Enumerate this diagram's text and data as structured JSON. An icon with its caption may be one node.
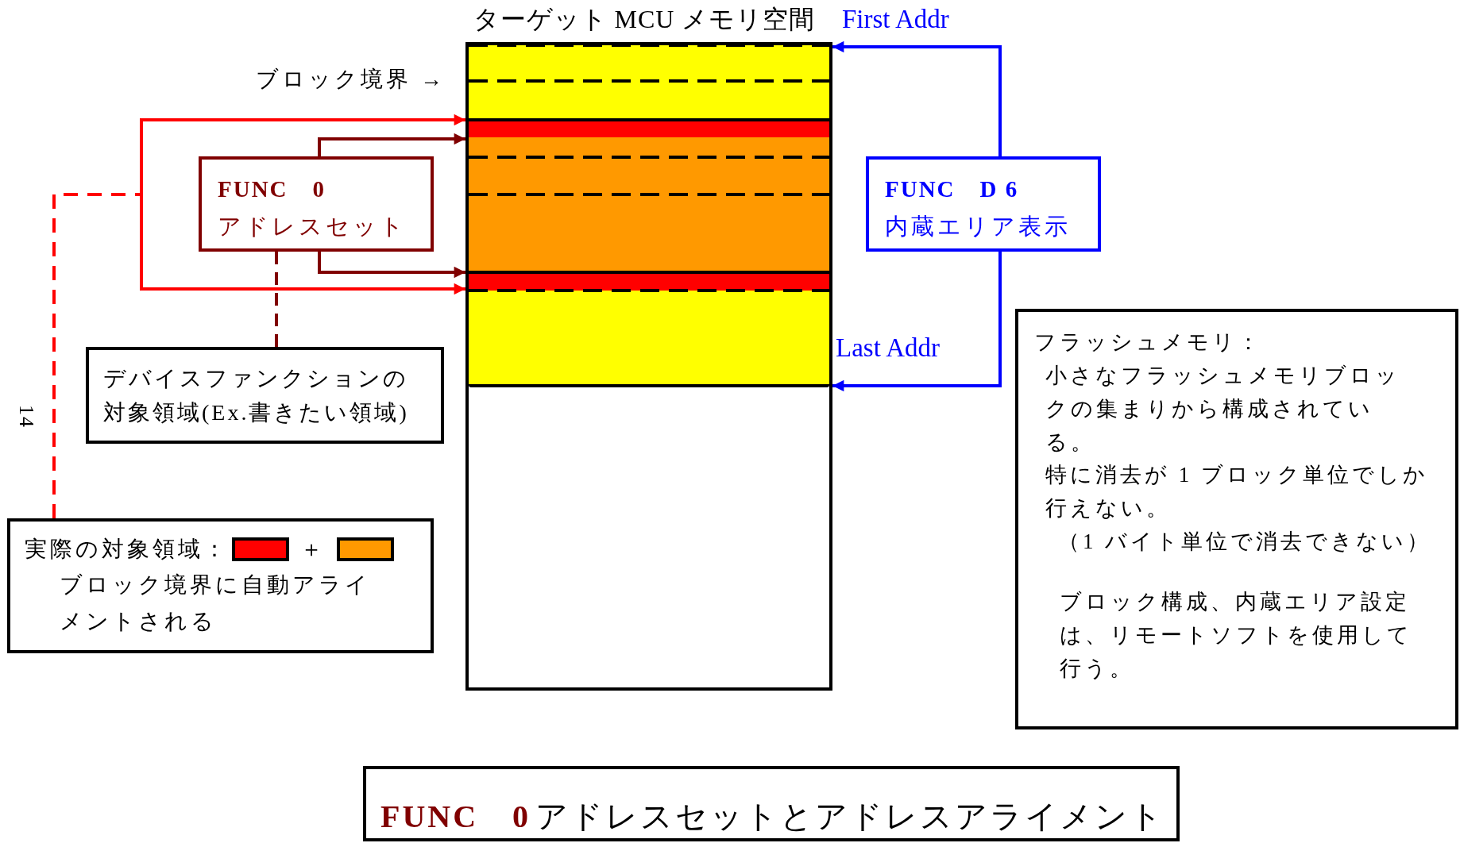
{
  "diagram": {
    "nodes": [
      {
        "text": [
          "ターゲット MCU メモリ空間"
        ]
      },
      {
        "text": [],
        "shape": "box",
        "in": 0
      },
      {
        "text": [],
        "shape": "bar",
        "in": 1
      },
      {
        "text": [],
        "shape": "bar",
        "in": 1
      },
      {
        "text": [],
        "shape": "bar",
        "in": 1
      },
      {
        "text": [
          "FUNC　0",
          "アドレスセット"
        ]
      },
      {
        "text": [
          "デバイスファンクションの対象領域(Ex.書きたい領域)"
        ]
      },
      {
        "text": [
          "実際の対象領域：",
          "＋",
          "ブロック境界に自動アライメントされる"
        ]
      },
      {
        "text": [
          "FUNC　D 6",
          "内蔵エリア表示"
        ]
      },
      {
        "text": [
          "フラッシュメモリ：",
          "小さなフラッシュメモリブロックの集まりから構成されている。",
          "特に消去が 1 ブロック単位でしか行えない。",
          "（1 バイト単位で消去できない）",
          "ブロック構成、内蔵エリア設定は、リモートソフトを使用して行う。"
        ]
      },
      {
        "text": [
          "FUNC　0",
          "アドレスセットとアドレスアライメント"
        ]
      }
    ],
    "edges": [
      {
        "from": 8,
        "to": 1,
        "arrow": "to",
        "label": "First Addr",
        "color": "#0000ff"
      },
      {
        "from": 8,
        "to": 1,
        "arrow": "to",
        "label": "Last Addr",
        "color": "#0000ff"
      },
      {
        "from": 7,
        "to": 2,
        "arrow": "to",
        "style": "dashed",
        "color": "#ff0000"
      },
      {
        "from": 7,
        "to": 4,
        "arrow": "to",
        "style": "dashed",
        "color": "#ff0000"
      },
      {
        "from": 5,
        "to": 3,
        "arrow": "to",
        "color": "#800000"
      },
      {
        "from": 5,
        "to": 3,
        "arrow": "to",
        "color": "#800000"
      },
      {
        "from": 6,
        "to": 5,
        "arrow": "none",
        "style": "dashed",
        "color": "#800000"
      }
    ],
    "labels": [
      "ブロック境界 →",
      "14"
    ]
  }
}
